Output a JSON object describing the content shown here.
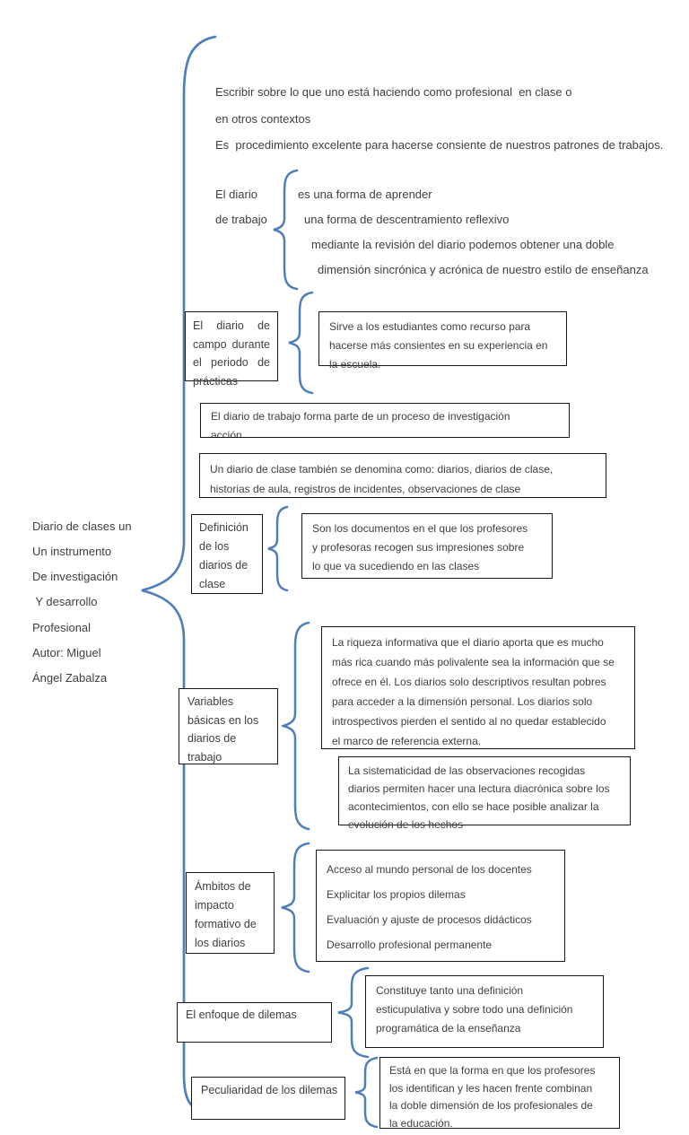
{
  "canvas": {
    "background": "#ffffff",
    "brace_color": "#4e7fba",
    "border_color": "#161616",
    "text_color": "#3f3f3f"
  },
  "root": {
    "lines": [
      "Diario de clases un",
      "Un instrumento",
      "De investigación",
      " Y desarrollo",
      "Profesional",
      "Autor: Miguel",
      "Ángel Zabalza"
    ]
  },
  "intro": {
    "lines": [
      "Escribir sobre lo que uno está haciendo como profesional  en clase o",
      "en otros contextos",
      "Es  procedimiento excelente para hacerse consiente de nuestros patrones de trabajos."
    ]
  },
  "diario_de_trabajo": {
    "label_lines": [
      "El diario",
      "de trabajo"
    ],
    "items": [
      "es una forma de aprender",
      "una forma de descentramiento reflexivo",
      "mediante la revisión del diario podemos obtener una doble",
      "dimensión sincrónica y acrónica de nuestro estilo de enseñanza"
    ]
  },
  "diario_de_campo": {
    "label_lines": [
      "El diario de",
      "campo durante",
      "el periodo de",
      "prácticas"
    ],
    "detail_lines": [
      "Sirve a los estudiantes como recurso para",
      "hacerse más consientes en su experiencia en",
      "la escuela."
    ]
  },
  "nota_investigacion": {
    "lines": [
      "El diario de trabajo forma parte de un proceso de investigación",
      "acción."
    ]
  },
  "nota_denominaciones": {
    "lines": [
      "Un diario de clase también se denomina como: diarios, diarios de clase,",
      "historias de aula, registros de incidentes, observaciones de clase"
    ]
  },
  "definicion": {
    "label_lines": [
      "Definición",
      "de los",
      "diarios de",
      "clase"
    ],
    "detail_lines": [
      "Son los documentos en el que los profesores",
      "y profesoras recogen sus impresiones sobre",
      "lo que va sucediendo en las clases"
    ]
  },
  "variables": {
    "label_lines": [
      "Variables",
      "básicas en los",
      "diarios de",
      "trabajo"
    ],
    "detail1_lines": [
      "La riqueza informativa que el diario aporta que es mucho",
      "más rica cuando más polivalente sea la información que se",
      "ofrece en él. Los diarios solo descriptivos resultan pobres",
      "para acceder a la dimensión personal. Los diarios solo",
      "introspectivos pierden el sentido al no quedar establecido",
      "el marco de referencia externa."
    ],
    "detail2_lines": [
      "La sistematicidad de las observaciones recogidas",
      "diarios permiten hacer una lectura diacrónica sobre los",
      "acontecimientos, con ello se hace posible analizar la",
      "evolución de los hechos"
    ]
  },
  "ambitos": {
    "label_lines": [
      "Ámbitos de",
      "impacto",
      "formativo de",
      "los diarios"
    ],
    "items": [
      "Acceso al mundo personal de los docentes",
      "Explicitar los propios dilemas",
      "Evaluación y ajuste de procesos didácticos",
      "Desarrollo profesional permanente"
    ]
  },
  "enfoque": {
    "label": "El enfoque de dilemas",
    "detail_lines": [
      "Constituye tanto una definición",
      "esticupulativa y sobre todo una definición",
      "programática de la enseñanza"
    ]
  },
  "peculiaridad": {
    "label": "Peculiaridad de los dilemas",
    "detail_lines": [
      "Está en que la forma en que los profesores",
      "los identifican y les hacen frente combinan",
      "la doble dimensión de los profesionales de",
      "la educación."
    ]
  }
}
